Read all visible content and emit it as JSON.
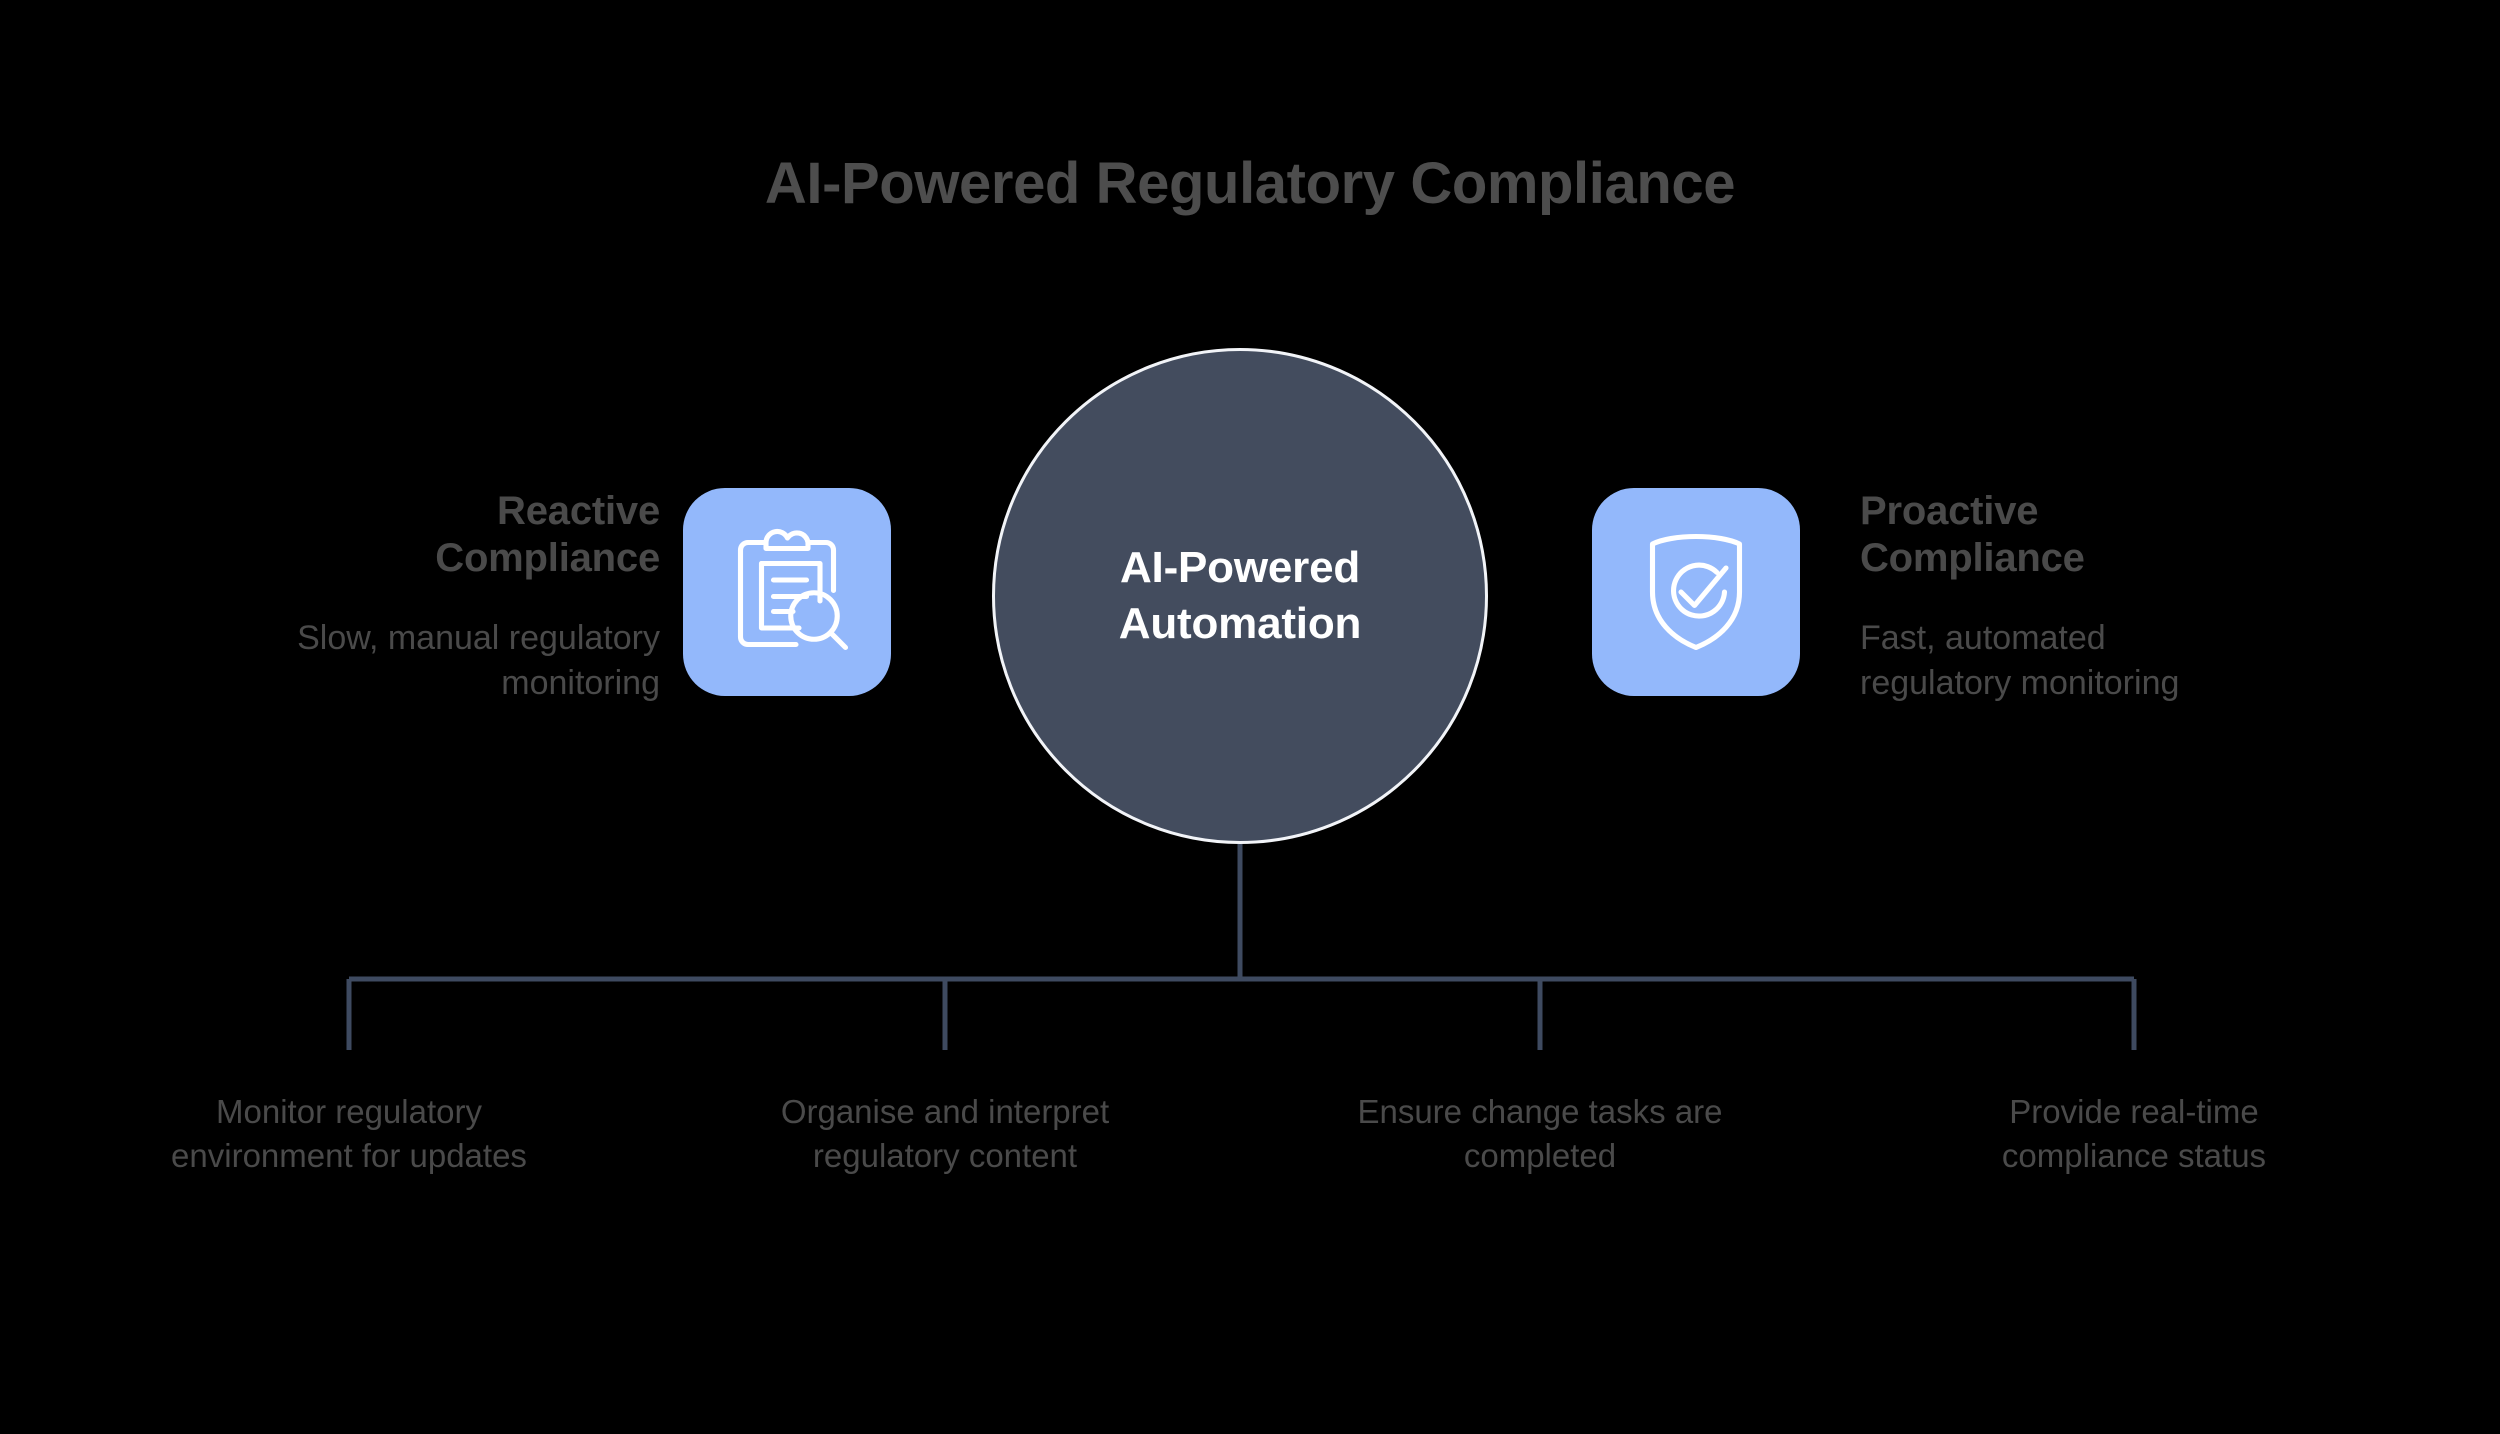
{
  "title": "AI-Powered Regulatory Compliance",
  "center": {
    "label_line1": "AI-Powered",
    "label_line2": "Automation",
    "fill_color": "#434c5e",
    "border_color": "#f2f4f8",
    "text_color": "#ffffff"
  },
  "sides": {
    "left": {
      "heading_line1": "Reactive",
      "heading_line2": "Compliance",
      "description_line1": "Slow, manual regulatory",
      "description_line2": "monitoring",
      "icon": "clipboard-search-icon",
      "icon_tile_color": "#93b8fb"
    },
    "right": {
      "heading_line1": "Proactive",
      "heading_line2": "Compliance",
      "description_line1": "Fast, automated",
      "description_line2": "regulatory monitoring",
      "icon": "shield-check-icon",
      "icon_tile_color": "#93b8fb"
    }
  },
  "branches": [
    {
      "line1": "Monitor regulatory",
      "line2": "environment for updates"
    },
    {
      "line1": "Organise and interpret",
      "line2": "regulatory content"
    },
    {
      "line1": "Ensure change tasks are",
      "line2": "completed"
    },
    {
      "line1": "Provide real-time",
      "line2": "compliance status"
    }
  ],
  "colors": {
    "background": "#000000",
    "connector_line": "#3e4a60",
    "text_muted": "#4a4a4a",
    "accent_blue": "#93b8fb"
  }
}
